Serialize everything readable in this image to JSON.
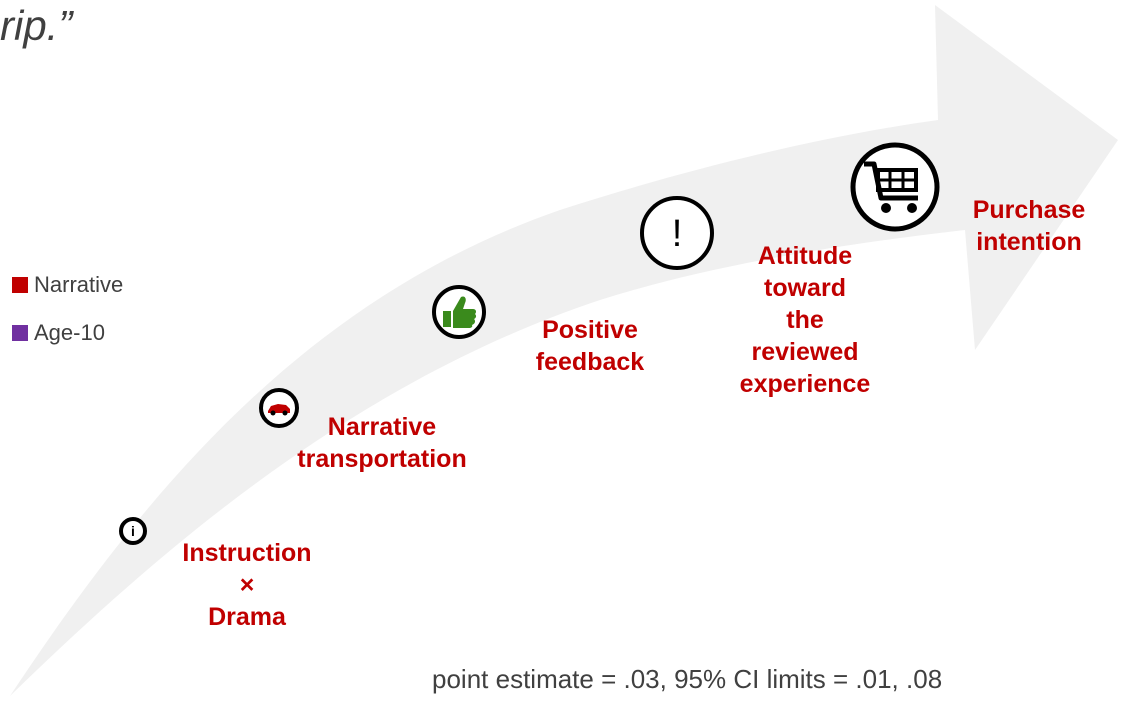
{
  "quote_fragment": "rip.”",
  "legend": [
    {
      "label": "Narrative",
      "color": "#c00000"
    },
    {
      "label": "Age-10",
      "color": "#7030a0"
    }
  ],
  "stages": [
    {
      "icon": "info-icon",
      "label": "Instruction\n×\nDrama"
    },
    {
      "icon": "car-icon",
      "label": "Narrative\ntransportation"
    },
    {
      "icon": "thumbs-up-icon",
      "label": "Positive\nfeedback"
    },
    {
      "icon": "exclamation-icon",
      "label": "Attitude\ntoward\nthe\nreviewed\nexperience"
    },
    {
      "icon": "shopping-cart-icon",
      "label": "Purchase\nintention"
    }
  ],
  "colors": {
    "label": "#c00000",
    "arrow": "#f0f0f0",
    "thumb": "#3a8a1c",
    "text": "#404040"
  },
  "exclamation_glyph": "!",
  "info_glyph": "i",
  "stats_text": "point estimate = .03, 95% CI limits = .01, .08"
}
